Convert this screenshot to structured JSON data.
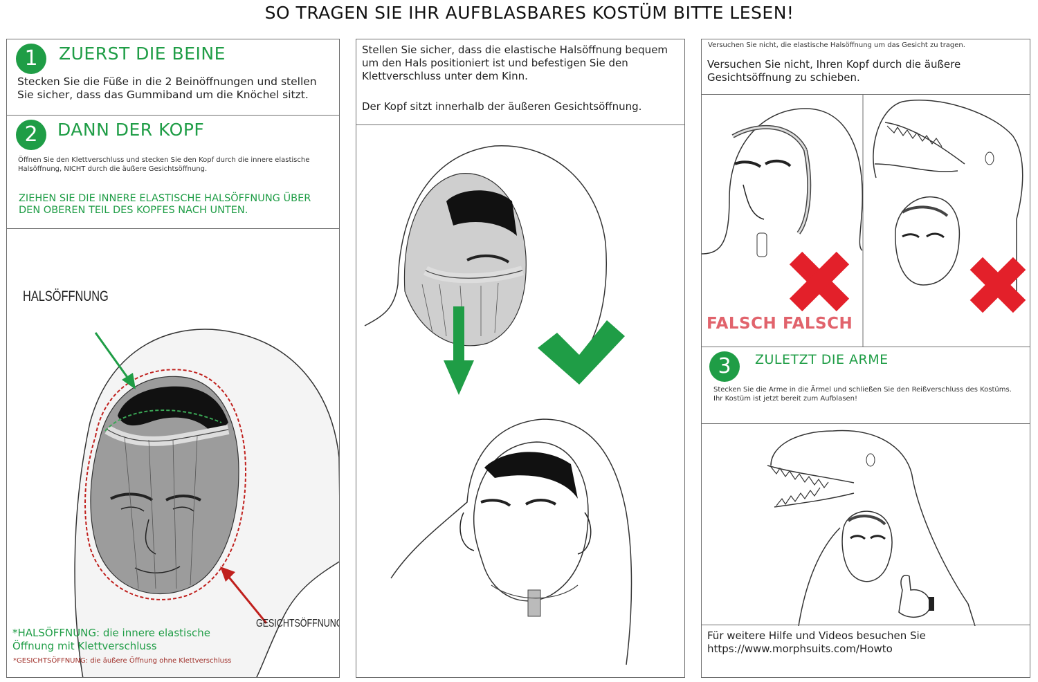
{
  "title": "SO TRAGEN SIE IHR AUFBLASBARES KOSTÜM BITTE LESEN!",
  "step1": {
    "number": "1",
    "heading": "ZUERST DIE BEINE",
    "text_line1": "Stecken Sie die Füße in die 2 Beinöffnungen und stellen",
    "text_line2": "Sie sicher, dass das Gummiband um die Knöchel sitzt."
  },
  "step2": {
    "number": "2",
    "heading": "DANN DER KOPF",
    "small_line1": "Öffnen Sie den Klettverschluss und stecken Sie den Kopf durch die innere elastische",
    "small_line2": "Halsöffnung, NICHT durch die äußere Gesichtsöffnung.",
    "green_line1": "ZIEHEN SIE DIE INNERE ELASTISCHE HALSÖFFNUNG ÜBER",
    "green_line2": "DEN OBEREN TEIL DES KOPFES NACH UNTEN."
  },
  "diagram1": {
    "label_neck": "HALSÖFFNUNG",
    "label_face": "GESICHTSÖFFNUNG",
    "note_neck_line1": "*HALSÖFFNUNG: die innere elastische",
    "note_neck_line2": "Öffnung mit Klettverschluss",
    "note_face": "*GESICHTSÖFFNUNG: die äußere Öffnung ohne Klettverschluss"
  },
  "col2": {
    "text_line1": "Stellen Sie sicher, dass die elastische Halsöffnung bequem",
    "text_line2": "um den Hals positioniert ist und befestigen Sie den",
    "text_line3": "Klettverschluss unter dem Kinn.",
    "text_line4": "Der Kopf sitzt innerhalb der äußeren Gesichtsöffnung."
  },
  "col3": {
    "small_top": "Versuchen Sie nicht, die elastische Halsöffnung um das Gesicht zu tragen.",
    "text_line1": "Versuchen Sie nicht, Ihren Kopf durch die äußere",
    "text_line2": "Gesichtsöffnung zu schieben.",
    "wrong1": "FALSCH",
    "wrong2": "FALSCH"
  },
  "step3": {
    "number": "3",
    "heading": "ZULETZT DIE ARME",
    "small_line1": "Stecken Sie die Arme in die Ärmel und schließen Sie den Reißverschluss des Kostüms.",
    "small_line2": "Ihr Kostüm ist jetzt bereit zum Aufblasen!",
    "help_line1": "Für weitere Hilfe und Videos besuchen Sie",
    "help_line2": "https://www.morphsuits.com/Howto"
  },
  "colors": {
    "green": "#1f9d46",
    "red_cross": "#e3202a",
    "falsch": "#e1636c",
    "border": "#6e6e6e"
  }
}
